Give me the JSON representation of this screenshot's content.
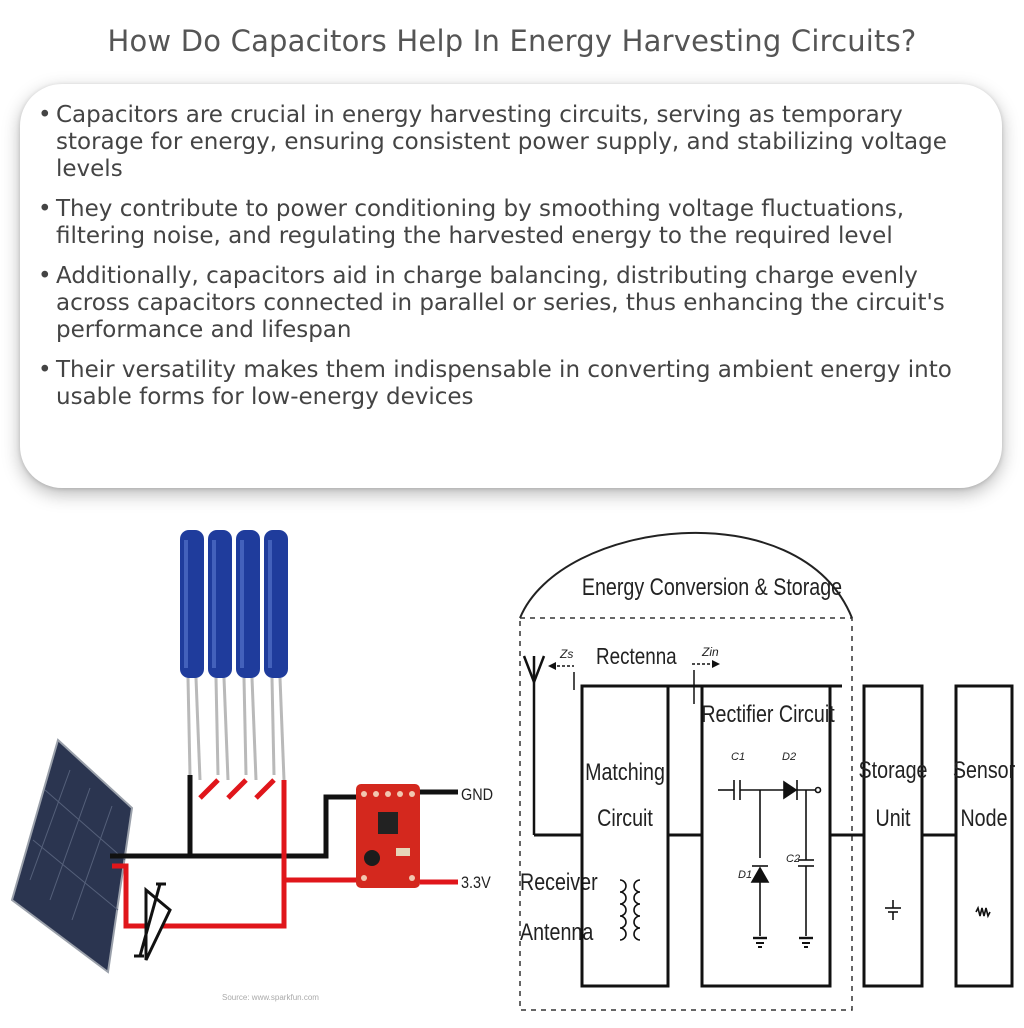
{
  "page": {
    "title": "How Do Capacitors Help In Energy Harvesting Circuits?"
  },
  "bullets": [
    "Capacitors are crucial in energy harvesting circuits, serving as temporary storage for energy, ensuring consistent power supply, and stabilizing voltage levels",
    "They contribute to power conditioning by smoothing voltage fluctuations, filtering noise, and regulating the harvested energy to the required level",
    "Additionally, capacitors aid in charge balancing, distributing charge evenly across capacitors connected in parallel or series, thus enhancing the circuit's performance and lifespan",
    "Their versatility makes them indispensable in converting ambient energy into usable forms for low-energy devices"
  ],
  "left_diagram": {
    "gnd_label": "GND",
    "v33_label": "3.3V",
    "source_text": "Source: www.sparkfun.com"
  },
  "right_diagram": {
    "group_label": "Energy Conversion & Storage",
    "rectenna_label": "Rectenna",
    "zs_label": "Zs",
    "zin_label": "Zin",
    "receiver_label": [
      "Receiver",
      "Antenna"
    ],
    "matching_label": [
      "Matching",
      "Circuit"
    ],
    "rectifier_label": "Rectifier Circuit",
    "c1_label": "C1",
    "d2_label": "D2",
    "d1_label": "D1",
    "c2_label": "C2",
    "storage_label": [
      "Storage",
      "Unit"
    ],
    "sensor_label": [
      "Sensor",
      "Node"
    ]
  },
  "colors": {
    "wire_red": "#e0161b",
    "wire_black": "#111111",
    "capacitor_blue": "#1f3c9c",
    "board_red": "#d4281e",
    "solar_panel": "#2b3550"
  }
}
